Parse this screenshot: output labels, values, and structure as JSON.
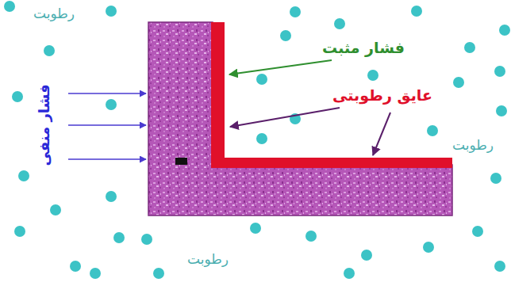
{
  "diagram": {
    "labels": [
      "رطوبت",
      "فشار مثبت",
      "عایق رطوبتی",
      "رطوبت",
      "فشار منفی",
      "رطوبت"
    ]
  }
}
